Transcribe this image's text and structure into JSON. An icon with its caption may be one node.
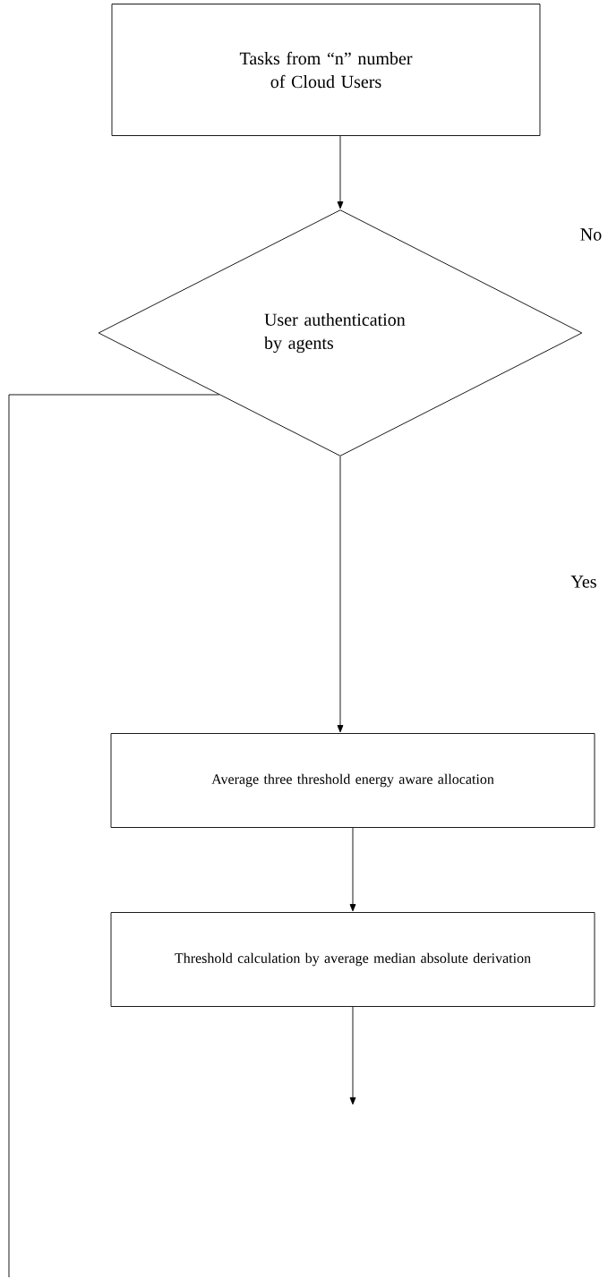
{
  "diagram": {
    "nodes": [
      {
        "text": [
          "Tasks from “n” number of Cloud Users"
        ]
      },
      {
        "text": [
          "User authentication by agents"
        ]
      },
      {
        "text": [
          "Average three threshold energy aware allocation"
        ]
      },
      {
        "text": [
          "Threshold calculation by average median absolute derivation"
        ]
      }
    ],
    "edges": [
      {
        "from": 0,
        "to": 1,
        "arrow": "to"
      },
      {
        "from": 1,
        "to": 2,
        "arrow": "to"
      },
      {
        "from": 2,
        "to": 3,
        "arrow": "to"
      },
      {
        "from": 3,
        "to": null,
        "arrow": "to"
      },
      {
        "from": 1,
        "to": null,
        "arrow": "none"
      }
    ],
    "labels": [
      "No",
      "Yes"
    ]
  }
}
